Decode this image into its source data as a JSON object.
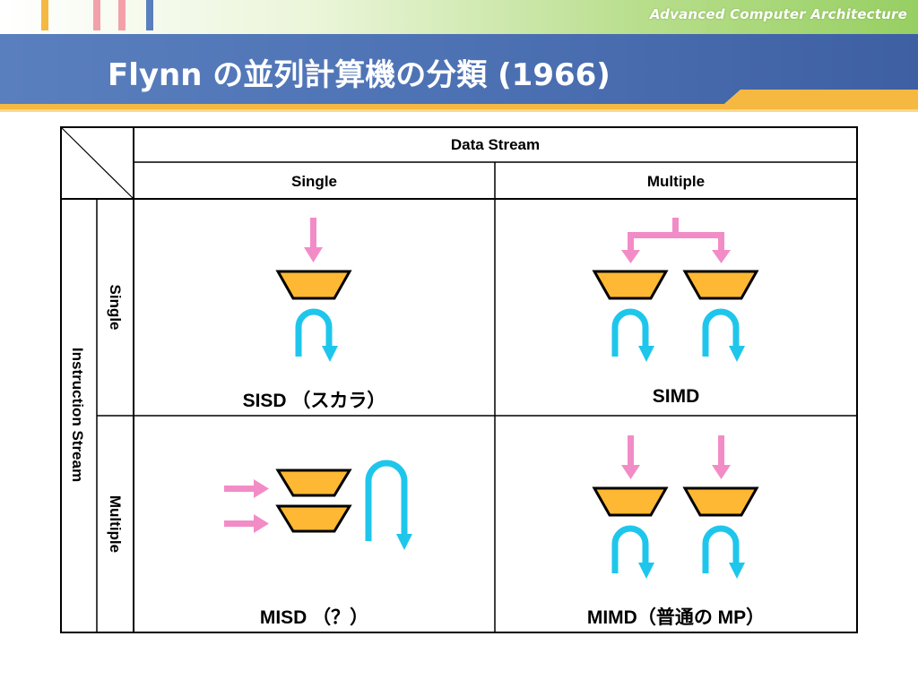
{
  "header": {
    "brand": "Advanced Computer Architecture",
    "title": "Flynn の並列計算機の分類 (1966)"
  },
  "table": {
    "data_stream_label": "Data Stream",
    "instruction_stream_label": "Instruction Stream",
    "columns": [
      "Single",
      "Multiple"
    ],
    "rows": [
      "Single",
      "Multiple"
    ],
    "cells": {
      "sisd": "SISD （スカラ）",
      "simd": "SIMD",
      "misd": "MISD （？）",
      "mimd": "MIMD（普通の MP）"
    }
  },
  "colors": {
    "title_bar": "#4d72b4",
    "accent_orange": "#f5b840",
    "processor_fill": "#ffb833",
    "data_arrow": "#f28cc7",
    "instruction_arrow": "#1fc6ec",
    "green_gradient": "#97cf63"
  }
}
